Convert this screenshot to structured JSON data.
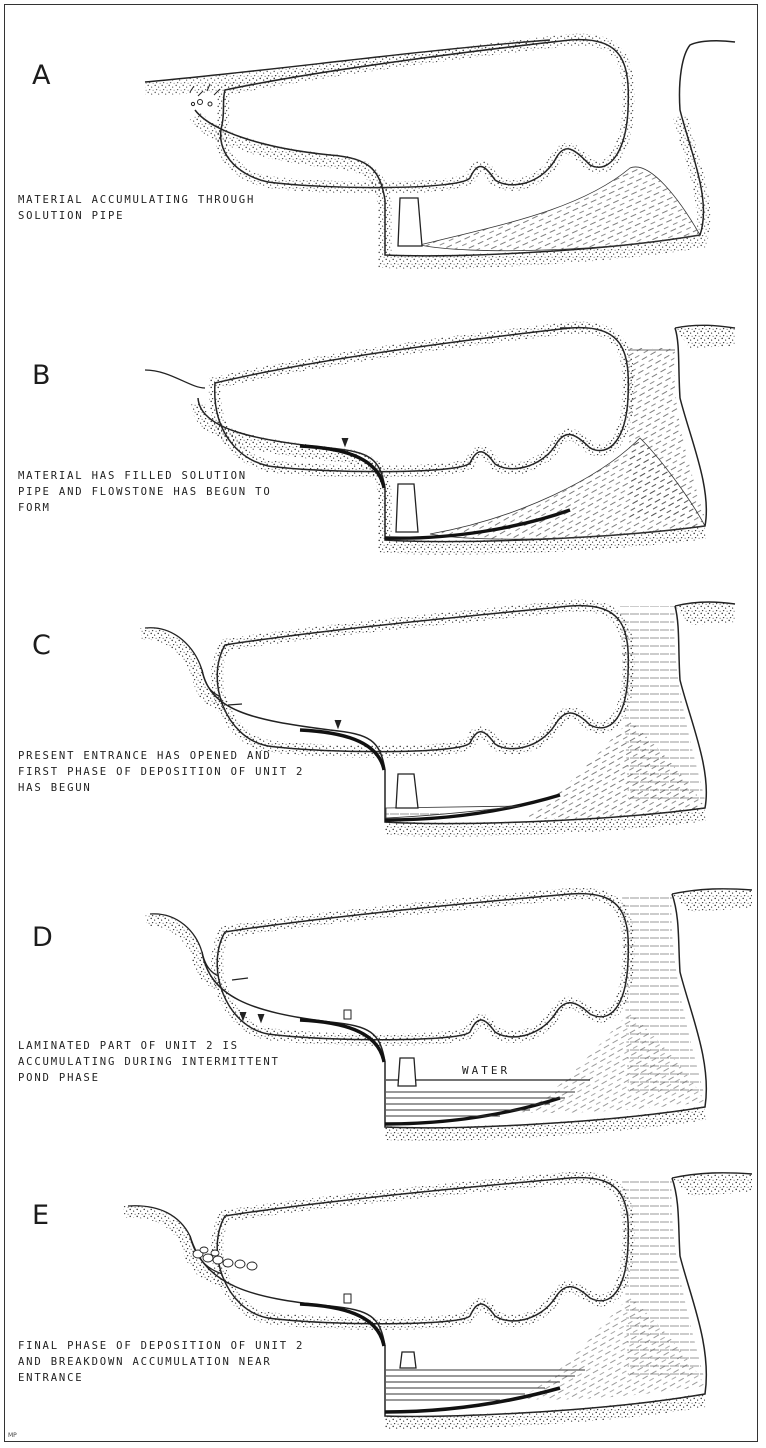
{
  "initials": "MP",
  "panels": [
    {
      "letter": "A",
      "caption": [
        "MATERIAL ACCUMULATING THROUGH",
        "SOLUTION PIPE"
      ]
    },
    {
      "letter": "B",
      "caption": [
        "MATERIAL HAS FILLED SOLUTION",
        "PIPE AND FLOWSTONE HAS BEGUN TO",
        "FORM"
      ]
    },
    {
      "letter": "C",
      "caption": [
        "PRESENT ENTRANCE HAS OPENED AND",
        "FIRST PHASE OF DEPOSITION OF UNIT 2",
        "HAS BEGUN"
      ]
    },
    {
      "letter": "D",
      "caption": [
        "LAMINATED PART OF UNIT 2 IS",
        "ACCUMULATING DURING INTERMITTENT",
        "POND PHASE"
      ],
      "water_label": "WATER"
    },
    {
      "letter": "E",
      "caption": [
        "FINAL PHASE OF DEPOSITION OF UNIT 2",
        "AND BREAKDOWN ACCUMULATION NEAR",
        "ENTRANCE"
      ]
    }
  ]
}
